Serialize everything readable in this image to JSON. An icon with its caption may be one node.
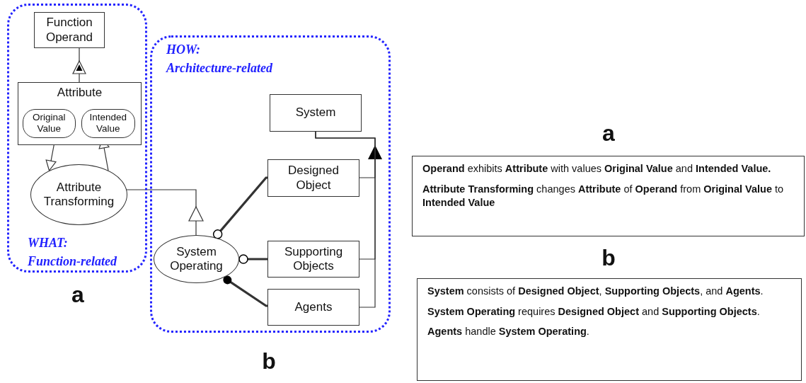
{
  "diagram": {
    "nodes": [
      {
        "text": [
          "WHAT: Function-related"
        ]
      },
      {
        "text": [
          "Function Operand"
        ],
        "in": 0
      },
      {
        "text": [
          "Attribute"
        ],
        "in": 0
      },
      {
        "text": [
          "Original Value"
        ],
        "in": 2
      },
      {
        "text": [
          "Intended Value"
        ],
        "in": 2
      },
      {
        "text": [
          "Attribute Transforming"
        ],
        "in": 0
      },
      {
        "text": [
          "HOW: Architecture-related"
        ]
      },
      {
        "text": [
          "System"
        ],
        "in": 6
      },
      {
        "text": [
          "Designed Object"
        ],
        "in": 6
      },
      {
        "text": [
          "Supporting Objects"
        ],
        "in": 6
      },
      {
        "text": [
          "Agents"
        ],
        "in": 6
      },
      {
        "text": [
          "System Operating"
        ],
        "in": 6
      },
      {
        "text": [
          "**Operand** exhibits **Attribute** with values **Original Value** and **Intended Value.**",
          "**Attribute Transforming** changes **Attribute** of **Operand** from **Original Value** to **Intended Value**"
        ]
      },
      {
        "text": [
          "**System** consists of **Designed Object**, **Supporting Objects**, and **Agents**.",
          "**System Operating** requires **Designed Object** and **Supporting Objects**.",
          "**Agents** handle **System Operating**."
        ]
      }
    ],
    "edges": [
      {
        "from": 1,
        "to": 2,
        "arrow": "other"
      },
      {
        "from": 3,
        "to": 5,
        "arrow": "to"
      },
      {
        "from": 5,
        "to": 4,
        "arrow": "to"
      },
      {
        "from": 5,
        "to": 11,
        "arrow": "other"
      },
      {
        "from": 8,
        "to": 11,
        "arrow": "other",
        "style": "thick"
      },
      {
        "from": 9,
        "to": 11,
        "arrow": "other",
        "style": "thick"
      },
      {
        "from": 10,
        "to": 11,
        "arrow": "other",
        "style": "thick"
      },
      {
        "from": 8,
        "to": 7,
        "arrow": "to"
      },
      {
        "from": 9,
        "to": 7,
        "arrow": "to"
      },
      {
        "from": 10,
        "to": 7,
        "arrow": "to"
      }
    ],
    "labels": [
      "a",
      "b",
      "a",
      "b"
    ]
  }
}
